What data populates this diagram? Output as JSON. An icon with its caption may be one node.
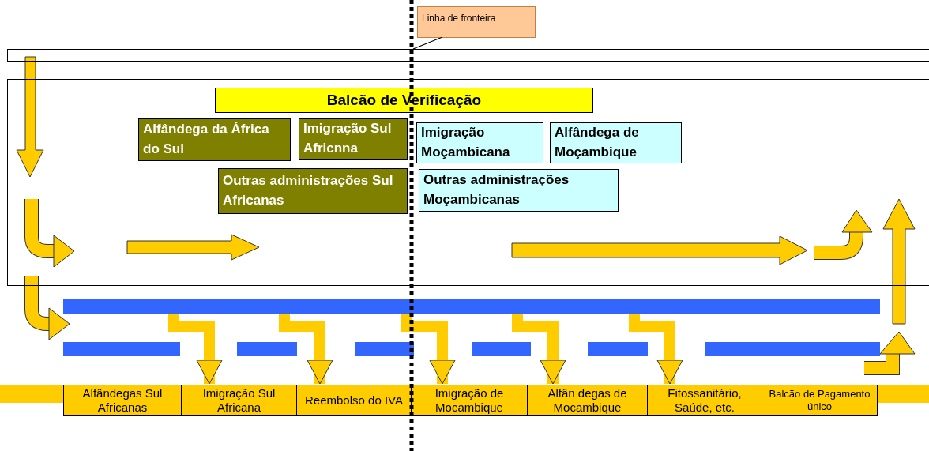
{
  "diagram": {
    "nodes": [
      {
        "text": [
          "Linha de fronteira"
        ]
      },
      {
        "text": [],
        "shape": "band"
      },
      {
        "text": [],
        "shape": "box"
      },
      {
        "text": [
          "Balcão de Verificação"
        ],
        "in": 2
      },
      {
        "text": [
          "Alfândega da África do Sul"
        ],
        "in": 2
      },
      {
        "text": [
          "Imigração Sul Africnna"
        ],
        "in": 2
      },
      {
        "text": [
          "Imigração Moçambicana"
        ],
        "in": 2
      },
      {
        "text": [
          "Alfândega de Moçambique"
        ],
        "in": 2
      },
      {
        "text": [
          "Outras administrações Sul Africanas"
        ],
        "in": 2
      },
      {
        "text": [
          "Outras administrações Moçambicanas"
        ],
        "in": 2
      },
      {
        "text": [
          "Alfândegas Sul Africanas"
        ]
      },
      {
        "text": [
          "Imigração Sul Africana"
        ]
      },
      {
        "text": [
          "Reembolso do IVA"
        ]
      },
      {
        "text": [
          "Imigração de Mocambique"
        ]
      },
      {
        "text": [
          "Alfân degas de Mocambique"
        ]
      },
      {
        "text": [
          "Fitossanitário, Saúde, etc."
        ]
      },
      {
        "text": [
          "Balcão de Pagamento único"
        ]
      },
      {
        "text": [],
        "shape": "bar"
      }
    ],
    "edges": [
      {
        "from": 0,
        "to": 1,
        "arrow": "none",
        "color": "#000000"
      },
      {
        "from": 17,
        "to": 11,
        "arrow": "to"
      },
      {
        "from": 17,
        "to": 12,
        "arrow": "to"
      },
      {
        "from": 17,
        "to": 13,
        "arrow": "to"
      },
      {
        "from": 17,
        "to": 14,
        "arrow": "to"
      },
      {
        "from": 17,
        "to": 15,
        "arrow": "to"
      }
    ]
  }
}
